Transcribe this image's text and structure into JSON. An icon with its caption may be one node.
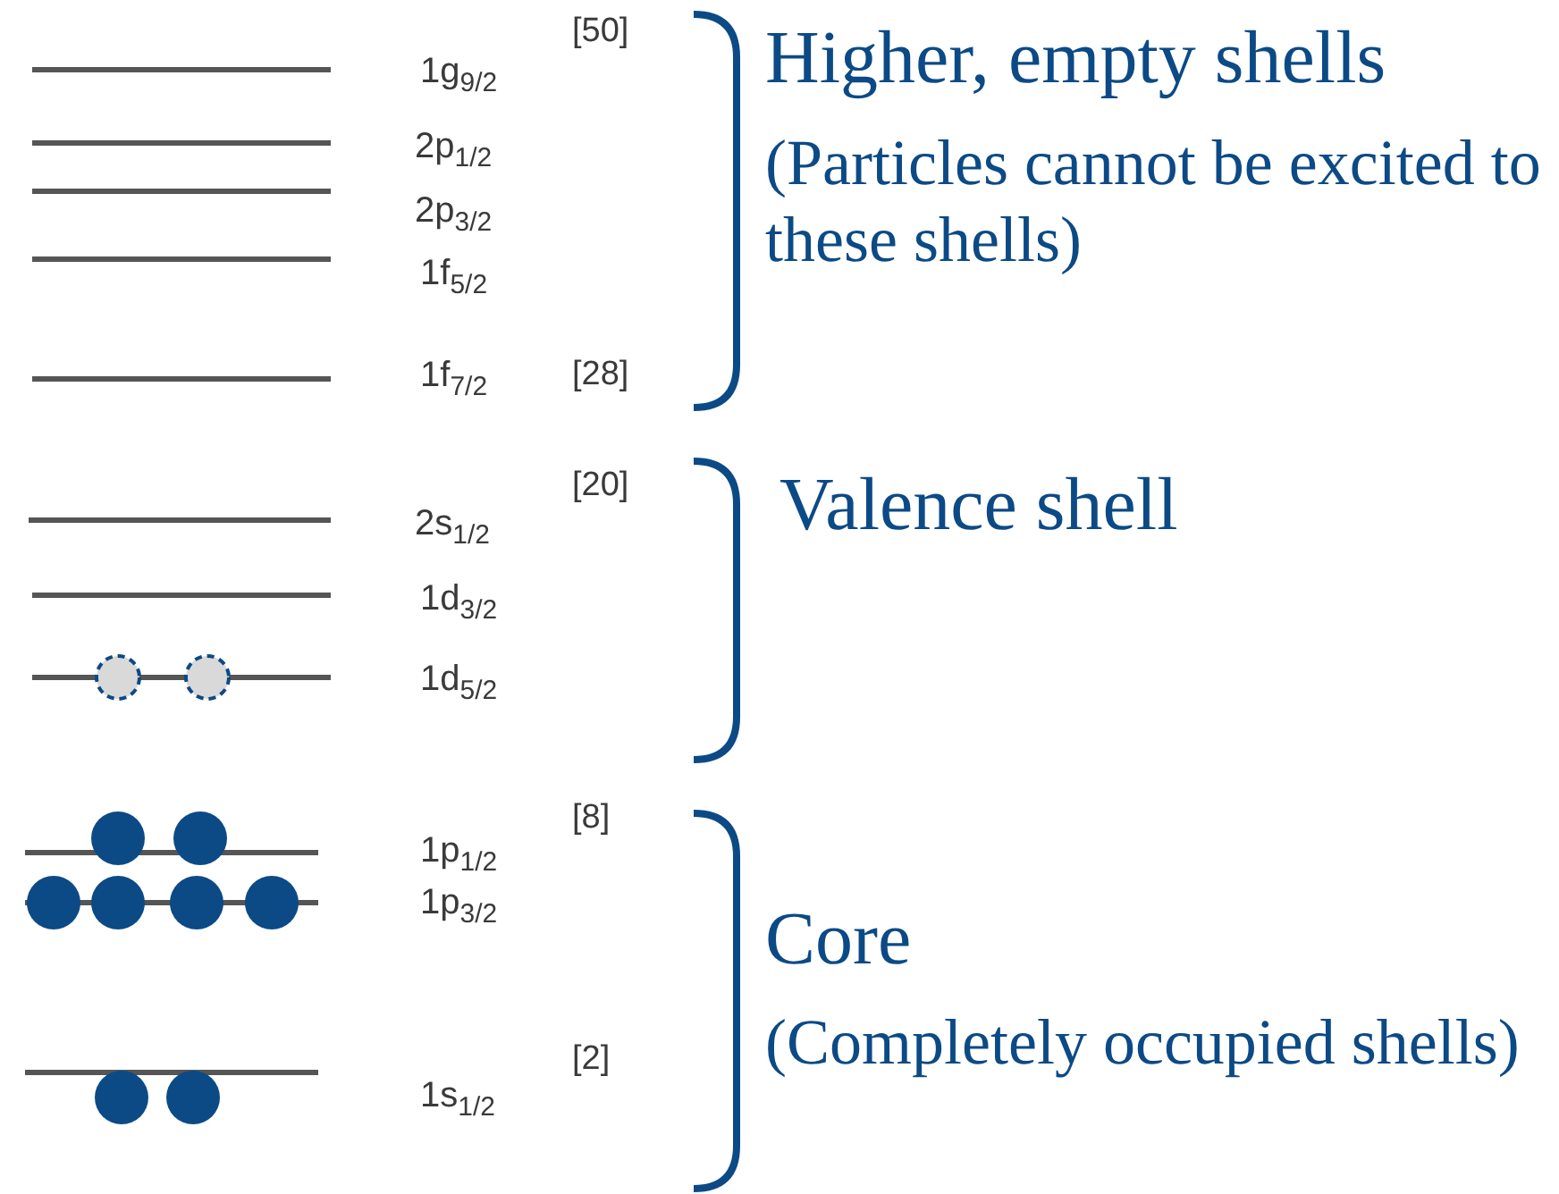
{
  "diagram": {
    "labels": [
      "1g$_{9/2}$",
      "[50]",
      "Higher, empty shells",
      "(Particles cannot be excited to these shells)",
      "2p$_{1/2}$",
      "2p$_{3/2}$",
      "1f$_{5/2}$",
      "1f$_{7/2}$",
      "[28]",
      "[20]",
      "Valence shell",
      "2s$_{1/2}$",
      "1d$_{3/2}$",
      "1d$_{5/2}$",
      "[8]",
      "1p$_{1/2}$",
      "1p$_{3/2}$",
      "Core",
      "(Completely occupied shells)",
      "[2]",
      "1s$_{1/2}$"
    ]
  }
}
